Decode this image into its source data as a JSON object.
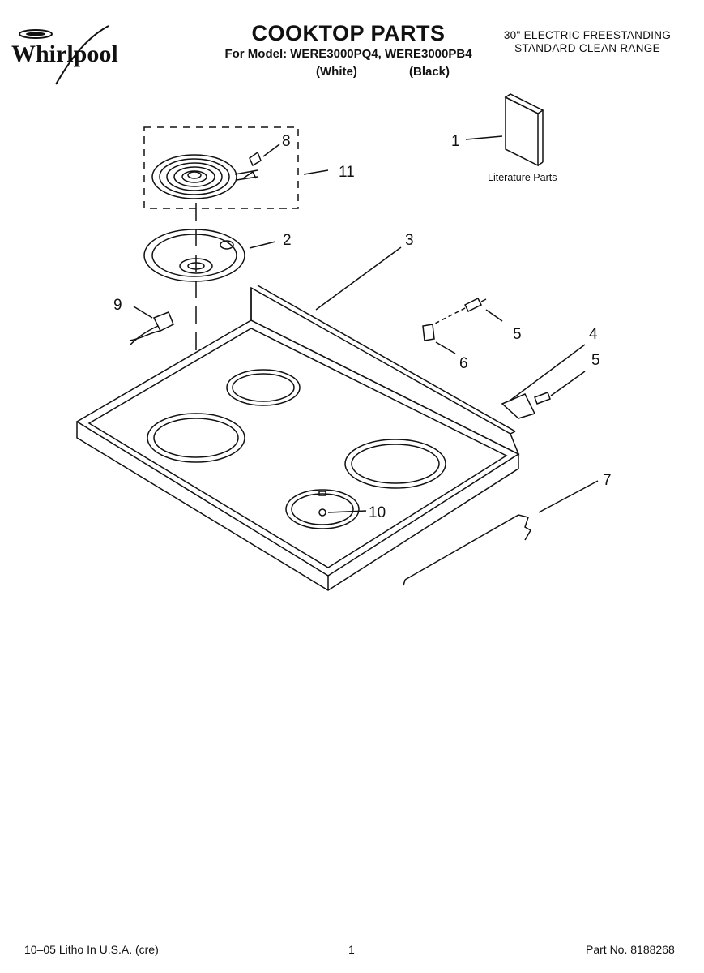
{
  "brand": {
    "name": "Whirlpool"
  },
  "header": {
    "title": "COOKTOP PARTS",
    "model_line": "For Model: WERE3000PQ4, WERE3000PB4",
    "variant_white": "(White)",
    "variant_black": "(Black)",
    "product_line1": "30\" ELECTRIC FREESTANDING",
    "product_line2": "STANDARD CLEAN RANGE"
  },
  "literature_label": "Literature Parts",
  "callouts": {
    "c1": "1",
    "c2": "2",
    "c3": "3",
    "c4": "4",
    "c5a": "5",
    "c5b": "5",
    "c6": "6",
    "c7": "7",
    "c8": "8",
    "c9": "9",
    "c10": "10",
    "c11": "11"
  },
  "footer": {
    "litho": "10–05 Litho In U.S.A. (cre)",
    "page": "1",
    "part_no": "Part No. 8188268"
  }
}
